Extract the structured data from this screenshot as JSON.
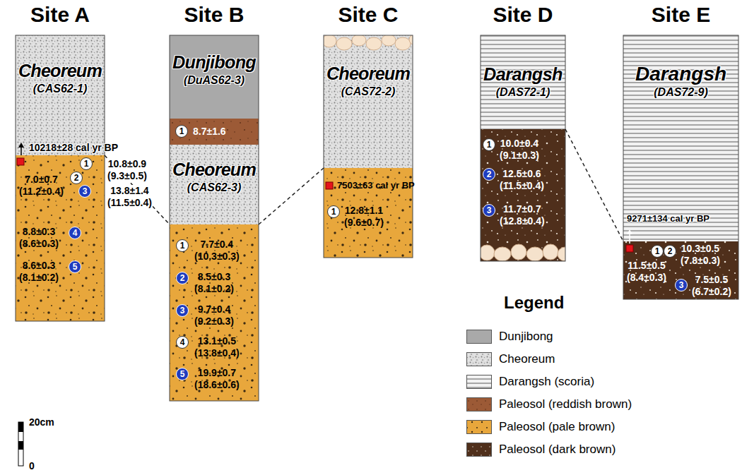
{
  "diagram": {
    "nodes": [
      {
        "text": [
          "Site A"
        ]
      },
      {
        "text": [
          "Cheoreum",
          "(CAS62-1)"
        ],
        "in": 0
      },
      {
        "text": [
          "1"
        ],
        "in": 0
      },
      {
        "text": [
          "2"
        ],
        "in": 0
      },
      {
        "text": [
          "3"
        ],
        "in": 0
      },
      {
        "text": [
          "4"
        ],
        "in": 0
      },
      {
        "text": [
          "5"
        ],
        "in": 0
      },
      {
        "text": [
          "Site B"
        ]
      },
      {
        "text": [
          "Dunjibong",
          "(DuAS62-3)"
        ],
        "in": 7
      },
      {
        "text": [
          "1"
        ],
        "in": 7
      },
      {
        "text": [
          "Cheoreum",
          "(CAS62-3)"
        ],
        "in": 7
      },
      {
        "text": [
          "1"
        ],
        "in": 7
      },
      {
        "text": [
          "2"
        ],
        "in": 7
      },
      {
        "text": [
          "3"
        ],
        "in": 7
      },
      {
        "text": [
          "4"
        ],
        "in": 7
      },
      {
        "text": [
          "5"
        ],
        "in": 7
      },
      {
        "text": [
          "Site C"
        ]
      },
      {
        "text": [
          "Cheoreum",
          "(CAS72-2)"
        ],
        "in": 16
      },
      {
        "text": [
          "1"
        ],
        "in": 16
      },
      {
        "text": [
          "Site D"
        ]
      },
      {
        "text": [
          "Darangsh",
          "(DAS72-1)"
        ],
        "in": 19
      },
      {
        "text": [
          "1"
        ],
        "in": 19
      },
      {
        "text": [
          "2"
        ],
        "in": 19
      },
      {
        "text": [
          "3"
        ],
        "in": 19
      },
      {
        "text": [
          "Site E"
        ]
      },
      {
        "text": [
          "Darangsh",
          "(DAS72-9)"
        ],
        "in": 24
      },
      {
        "text": [
          "1"
        ],
        "in": 24
      },
      {
        "text": [
          "2"
        ],
        "in": 24
      },
      {
        "text": [
          "3"
        ],
        "in": 24
      }
    ],
    "edges": [
      {
        "from": 1,
        "to": 10,
        "arrow": "none"
      },
      {
        "from": 10,
        "to": 17,
        "arrow": "none"
      },
      {
        "from": 20,
        "to": 25,
        "arrow": "none"
      }
    ],
    "labels": [
      "10218±28 cal yr BP",
      "10.8±0.9 (9.3±0.5)",
      "7.0±0.7 (11.2±0.4)",
      "13.8±1.4 (11.5±0.4)",
      "8.8±0.3 (8.6±0.3)",
      "8.6±0.3 (8.1±0.2)",
      "8.7±1.6",
      "7.7±0.4 (10.3±0.3)",
      "8.5±0.3 (8.1±0.2)",
      "9.7±0.4 (9.2±0.3)",
      "13.1±0.5 (13.8±0.4)",
      "19.9±0.7 (18.6±0.6)",
      "7503±63 cal yr BP",
      "12.8±1.1 (9.6±0.7)",
      "10.0±0.4 (9.1±0.3)",
      "12.5±0.6 (11.5±0.4)",
      "11.7±0.7 (12.8±0.4)",
      "9271±134 cal yr BP",
      "10.3±0.5 (7.8±0.3)",
      "11.5±0.5 (8.4±0.3)",
      "7.5±0.5 (6.7±0.2)",
      "Legend",
      "20cm",
      "0"
    ],
    "legend": [
      {
        "text": "Dunjibong",
        "color": "#a9a9a9"
      },
      {
        "text": "Cheoreum",
        "color": "#dedede"
      },
      {
        "text": "Darangsh (scoria)",
        "color": "#f2f2f2"
      },
      {
        "text": "Paleosol (reddish brown)",
        "color": "#9c5a36"
      },
      {
        "text": "Paleosol (pale brown)",
        "color": "#e8a73c"
      },
      {
        "text": "Paleosol (dark brown)",
        "color": "#4f2f1b"
      }
    ]
  }
}
